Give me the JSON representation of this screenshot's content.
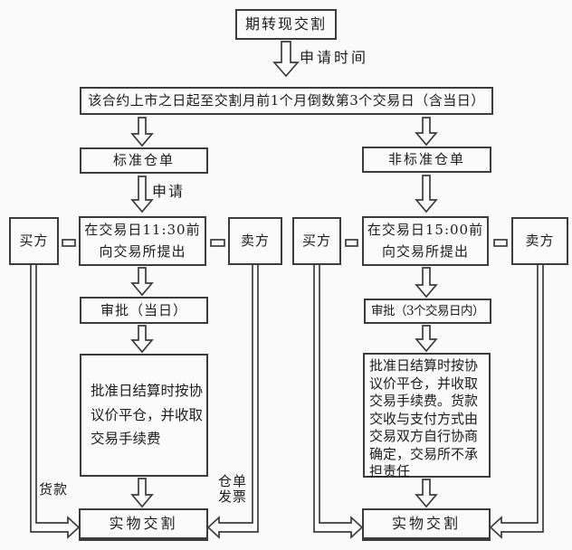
{
  "diagram_title": "期转现交割",
  "annotations": {
    "apply_time": "申请时间",
    "apply": "申请",
    "payment": "货款",
    "warrant_invoice": "仓单\n发票"
  },
  "timeline": "该合约上市之日起至交割月前1个月倒数第3个交易日（含当日）",
  "left_branch": {
    "warrant_type": "标准仓单",
    "buyer": "买方",
    "seller": "卖方",
    "submit": "在交易日11:30前\n向交易所提出",
    "approve": "审批（当日）",
    "settlement": "批准日结算时按协\n议价平仓，并收取\n交易手续费",
    "delivery": "实物交割"
  },
  "right_branch": {
    "warrant_type": "非标准仓单",
    "buyer": "买方",
    "seller": "卖方",
    "submit": "在交易日15:00前\n向交易所提出",
    "approve": "审批（3个交易日内）",
    "settlement": "批准日结算时按协\n议价平仓，并收取\n交易手续费。货款\n交收与支付方式由\n交易双方自行协商\n确定，交易所不承\n担责任",
    "delivery": "实物交割"
  },
  "colors": {
    "background": "#fafafa",
    "line": "#3c3c3c",
    "text": "#1c1c1c"
  }
}
